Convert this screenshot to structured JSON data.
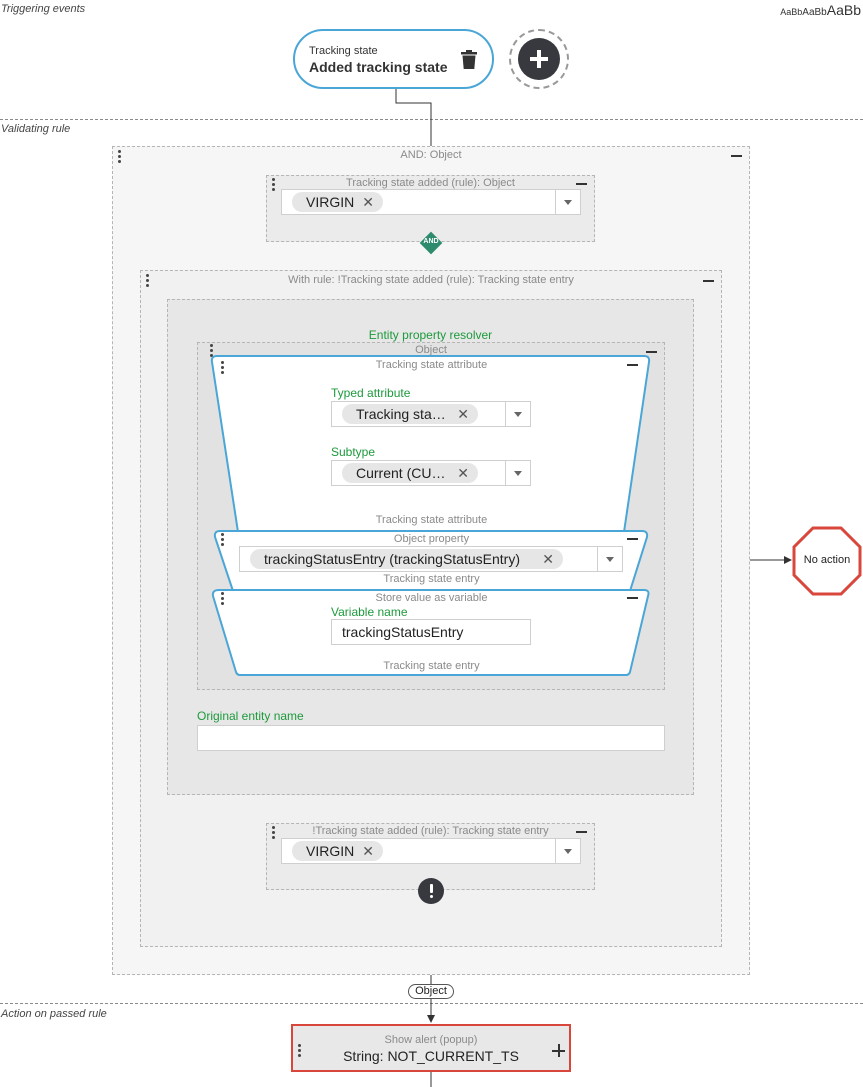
{
  "font_sizes_sample": "AaBbAaBbAaBb",
  "sections": {
    "triggering_events": "Triggering events",
    "validating_rule": "Validating rule",
    "action_on_passed_rule": "Action on passed rule"
  },
  "trigger": {
    "subtitle": "Tracking state",
    "title": "Added tracking state",
    "delete_icon": "trash-icon",
    "add_icon": "plus-icon"
  },
  "and_object": {
    "header": "AND: Object"
  },
  "rule1": {
    "header": "Tracking state added (rule): Object",
    "chip": "VIRGIN",
    "chip_remove": "✕"
  },
  "and_badge": "AND",
  "with_rule": {
    "header": "With rule: !Tracking state added (rule): Tracking state entry"
  },
  "resolver": {
    "title": "Entity property resolver",
    "object_header": "Object",
    "attr_block": {
      "header": "Tracking state attribute",
      "typed_attribute_label": "Typed attribute",
      "typed_attribute_value": "Tracking sta…",
      "subtype_label": "Subtype",
      "subtype_value": "Current (CU…",
      "footer": "Tracking state attribute"
    },
    "prop_block": {
      "header": "Object property",
      "value": "trackingStatusEntry (trackingStatusEntry)",
      "footer": "Tracking state entry"
    },
    "var_block": {
      "header": "Store value as variable",
      "variable_name_label": "Variable name",
      "variable_name_value": "trackingStatusEntry",
      "footer": "Tracking state entry"
    },
    "original_entity_label": "Original entity name",
    "original_entity_value": ""
  },
  "rule2": {
    "header": "!Tracking state added (rule): Tracking state entry",
    "chip": "VIRGIN",
    "chip_remove": "✕",
    "not_icon": "exclamation-icon"
  },
  "no_action": "No action",
  "object_pill": "Object",
  "action": {
    "header": "Show alert (popup)",
    "value": "String: NOT_CURRENT_TS",
    "add_icon": "plus-icon"
  },
  "colors": {
    "accent_blue": "#4aa6d6",
    "label_green": "#1d9a3c",
    "danger_red": "#d9463b",
    "and_green": "#2e8b6e",
    "dark": "#37393f"
  }
}
